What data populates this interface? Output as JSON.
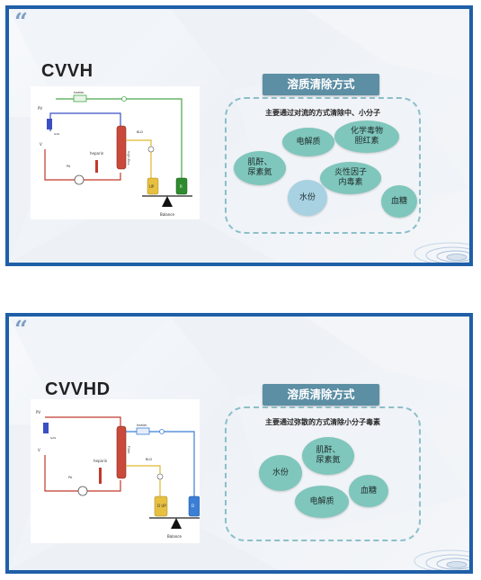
{
  "slides": [
    {
      "title": "CVVH",
      "method_title": "溶质清除方式",
      "method_subtitle": "主要通过对流的方式清除中、小分子",
      "solutes": [
        "电解质",
        "化学毒物\n胆红素",
        "肌酐、\n尿素氮",
        "炎性因子\n内毒素",
        "水份",
        "血糖"
      ],
      "diagram": {
        "labels": {
          "pv": "PV",
          "heater": "heater",
          "heparin": "heparin",
          "blood_ch": "BLD",
          "filter": "high-flux",
          "pa": "PA",
          "v": "V",
          "gas": "GAS",
          "up": "UP",
          "r": "R",
          "balance": "Balance"
        }
      },
      "colors": {
        "up": "#e8c040",
        "r": "#2e8b2e"
      }
    },
    {
      "title": "CVVHD",
      "method_title": "溶质清除方式",
      "method_subtitle": "主要通过弥散的方式清除小分子毒素",
      "solutes": [
        "水份",
        "肌酐、\n尿素氮",
        "血糖",
        "电解质"
      ],
      "diagram": {
        "labels": {
          "pv": "PV",
          "heater": "heater",
          "heparin": "heparin",
          "blood_ch": "BLD",
          "filter": "Filter",
          "pa": "PA",
          "v": "V",
          "gas": "GAS",
          "up": "D\nUP",
          "r": "D",
          "balance": "Balance"
        }
      },
      "colors": {
        "up": "#e8c040",
        "r": "#3a7fd5"
      }
    }
  ]
}
